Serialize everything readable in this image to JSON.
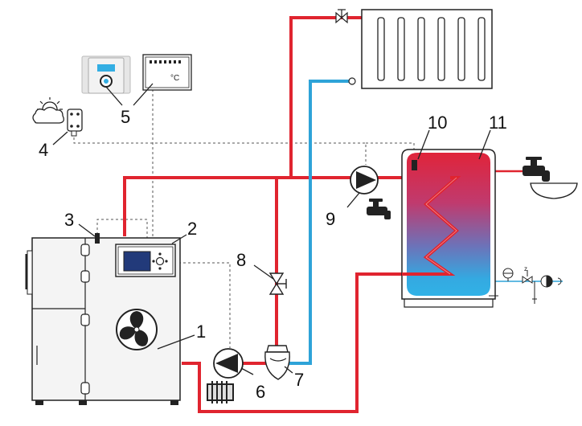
{
  "colors": {
    "hot": "#e0242f",
    "cold": "#2ea3d8",
    "line": "#1a1a1a",
    "dashed": "#555555",
    "tank_top": "#e0243a",
    "tank_bottom": "#33aee3",
    "casing": "#f4f4f4"
  },
  "labels": {
    "n1": "1",
    "n2": "2",
    "n3": "3",
    "n4": "4",
    "n5": "5",
    "n6": "6",
    "n7": "7",
    "n8": "8",
    "n9": "9",
    "n10": "10",
    "n11": "11"
  },
  "controller": {
    "unit": "°C"
  },
  "icons": {
    "weather": "sun-cloud-icon",
    "fan": "fan-icon",
    "radiator_small": "floor-heating-icon",
    "tap": "tap-icon",
    "sink": "sink-icon"
  }
}
